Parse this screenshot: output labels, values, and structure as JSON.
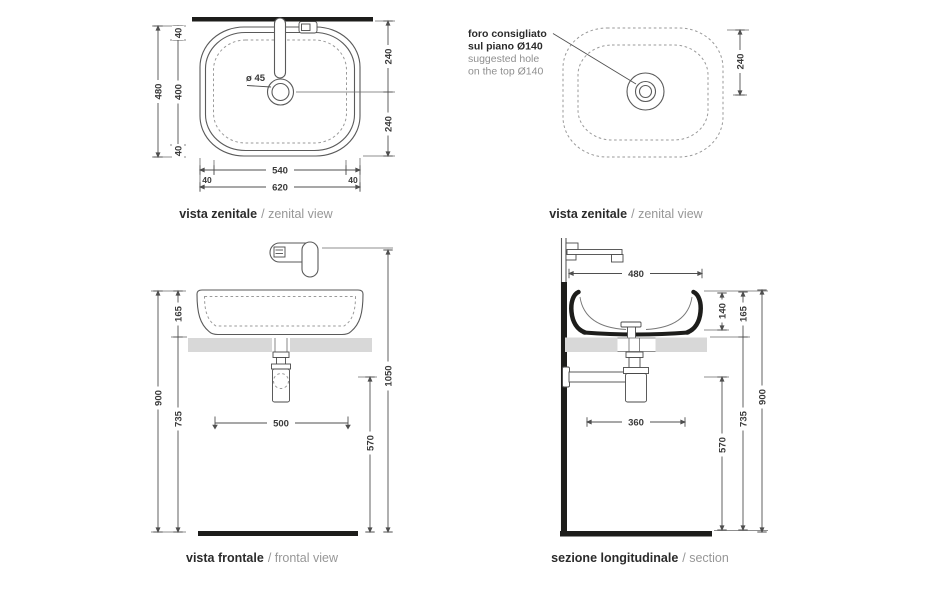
{
  "colors": {
    "line": "#5a5a5a",
    "dark": "#1d1d1b",
    "dimension": "#4f4f4f",
    "bold_text": "#2b2b2b",
    "muted_text": "#8f8f8f",
    "counter_slab": "#d8d8d8",
    "dashed": "#9a9a9a"
  },
  "views": {
    "zenital_left": {
      "label_it": "vista zenitale",
      "label_en": "/ zenital view",
      "drain_label": "ø 45",
      "dims": {
        "overall_depth": "480",
        "rim_back": "40",
        "inner_depth": "400",
        "rim_front": "40",
        "back_to_drain": "240",
        "drain_to_front": "240",
        "inner_width": "540",
        "rim_left": "40",
        "rim_right": "40",
        "overall_width": "620"
      }
    },
    "zenital_right": {
      "label_it": "vista zenitale",
      "label_en": "/ zenital view",
      "note": {
        "bold1": "foro consigliato",
        "bold2": "sul piano Ø140",
        "gray1": "suggested hole",
        "gray2": "on the top Ø140"
      },
      "dims": {
        "back_to_hole": "240"
      }
    },
    "frontal": {
      "label_it": "vista frontale",
      "label_en": "/ frontal view",
      "dims": {
        "basin_height": "165",
        "counter_to_floor": "735",
        "rim_to_floor": "900",
        "fixing_width": "500",
        "drain_to_floor": "570",
        "overall_height": "1050"
      }
    },
    "section": {
      "label_it": "sezione longitudinale",
      "label_en": "/ section",
      "dims": {
        "wall_to_spout": "480",
        "inner_depth": "140",
        "basin_height": "165",
        "counter_to_floor": "735",
        "rim_to_floor": "900",
        "trap_offset": "360",
        "drain_to_floor": "570"
      }
    }
  }
}
